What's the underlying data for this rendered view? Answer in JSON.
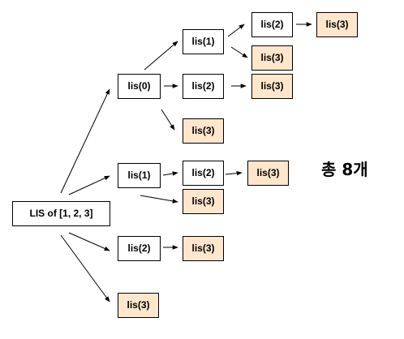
{
  "colors": {
    "node_fill": "#ffffff",
    "leaf_fill": "#ffe6cc",
    "leaf_stroke": "#d79b00",
    "border": "#000000",
    "edge": "#000000"
  },
  "total_label": "총 8개",
  "nodes": [
    {
      "id": "root",
      "label": "LIS of [1, 2, 3]",
      "leaf": false
    },
    {
      "id": "a",
      "label": "lis(0)",
      "leaf": false
    },
    {
      "id": "a1",
      "label": "lis(1)",
      "leaf": false
    },
    {
      "id": "a11",
      "label": "lis(2)",
      "leaf": false
    },
    {
      "id": "a111",
      "label": "lis(3)",
      "leaf": true
    },
    {
      "id": "a12",
      "label": "lis(3)",
      "leaf": true
    },
    {
      "id": "a2",
      "label": "lis(2)",
      "leaf": false
    },
    {
      "id": "a21",
      "label": "lis(3)",
      "leaf": true
    },
    {
      "id": "a3",
      "label": "lis(3)",
      "leaf": true
    },
    {
      "id": "b",
      "label": "lis(1)",
      "leaf": false
    },
    {
      "id": "b1",
      "label": "lis(2)",
      "leaf": false
    },
    {
      "id": "b11",
      "label": "lis(3)",
      "leaf": true
    },
    {
      "id": "b2",
      "label": "lis(3)",
      "leaf": true
    },
    {
      "id": "c",
      "label": "lis(2)",
      "leaf": false
    },
    {
      "id": "c1",
      "label": "lis(3)",
      "leaf": true
    },
    {
      "id": "d",
      "label": "lis(3)",
      "leaf": true
    }
  ],
  "edges": [
    {
      "from": "root",
      "to": "a"
    },
    {
      "from": "root",
      "to": "b"
    },
    {
      "from": "root",
      "to": "c"
    },
    {
      "from": "root",
      "to": "d"
    },
    {
      "from": "a",
      "to": "a1"
    },
    {
      "from": "a",
      "to": "a2"
    },
    {
      "from": "a",
      "to": "a3"
    },
    {
      "from": "a1",
      "to": "a11"
    },
    {
      "from": "a1",
      "to": "a12"
    },
    {
      "from": "a11",
      "to": "a111"
    },
    {
      "from": "a2",
      "to": "a21"
    },
    {
      "from": "b",
      "to": "b1"
    },
    {
      "from": "b",
      "to": "b2"
    },
    {
      "from": "b1",
      "to": "b11"
    },
    {
      "from": "c",
      "to": "c1"
    }
  ]
}
